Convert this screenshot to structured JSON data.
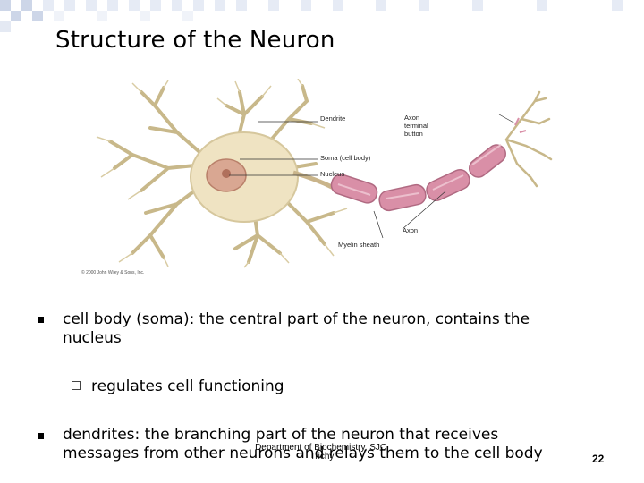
{
  "slide": {
    "title": "Structure of the Neuron",
    "page_number": "22",
    "footer": {
      "line1": "Department of Biochemistry, SJC,",
      "line2": "Trichy"
    }
  },
  "figure": {
    "labels": {
      "dendrite": "Dendrite",
      "axon_terminal_line1": "Axon",
      "axon_terminal_line2": "terminal",
      "axon_terminal_line3": "button",
      "soma": "Soma (cell body)",
      "nucleus": "Nucleus",
      "axon": "Axon",
      "myelin": "Myelin sheath"
    },
    "copyright": "© 2000 John Wiley & Sons, Inc."
  },
  "bullets": [
    {
      "text_line1": "cell body (soma): the central part of the neuron, contains the",
      "text_line2": "nucleus"
    },
    {
      "sub": "regulates cell functioning"
    },
    {
      "text_line1": "dendrites: the branching part of the neuron that receives",
      "text_line2": "messages from other neurons and relays them to the cell body"
    }
  ],
  "colors": {
    "cell_body": "#efe3c2",
    "nucleus": "#d9a792",
    "myelin": "#d98fa7",
    "axon_core": "#c9b48a",
    "deco": "#c9d3e6"
  }
}
